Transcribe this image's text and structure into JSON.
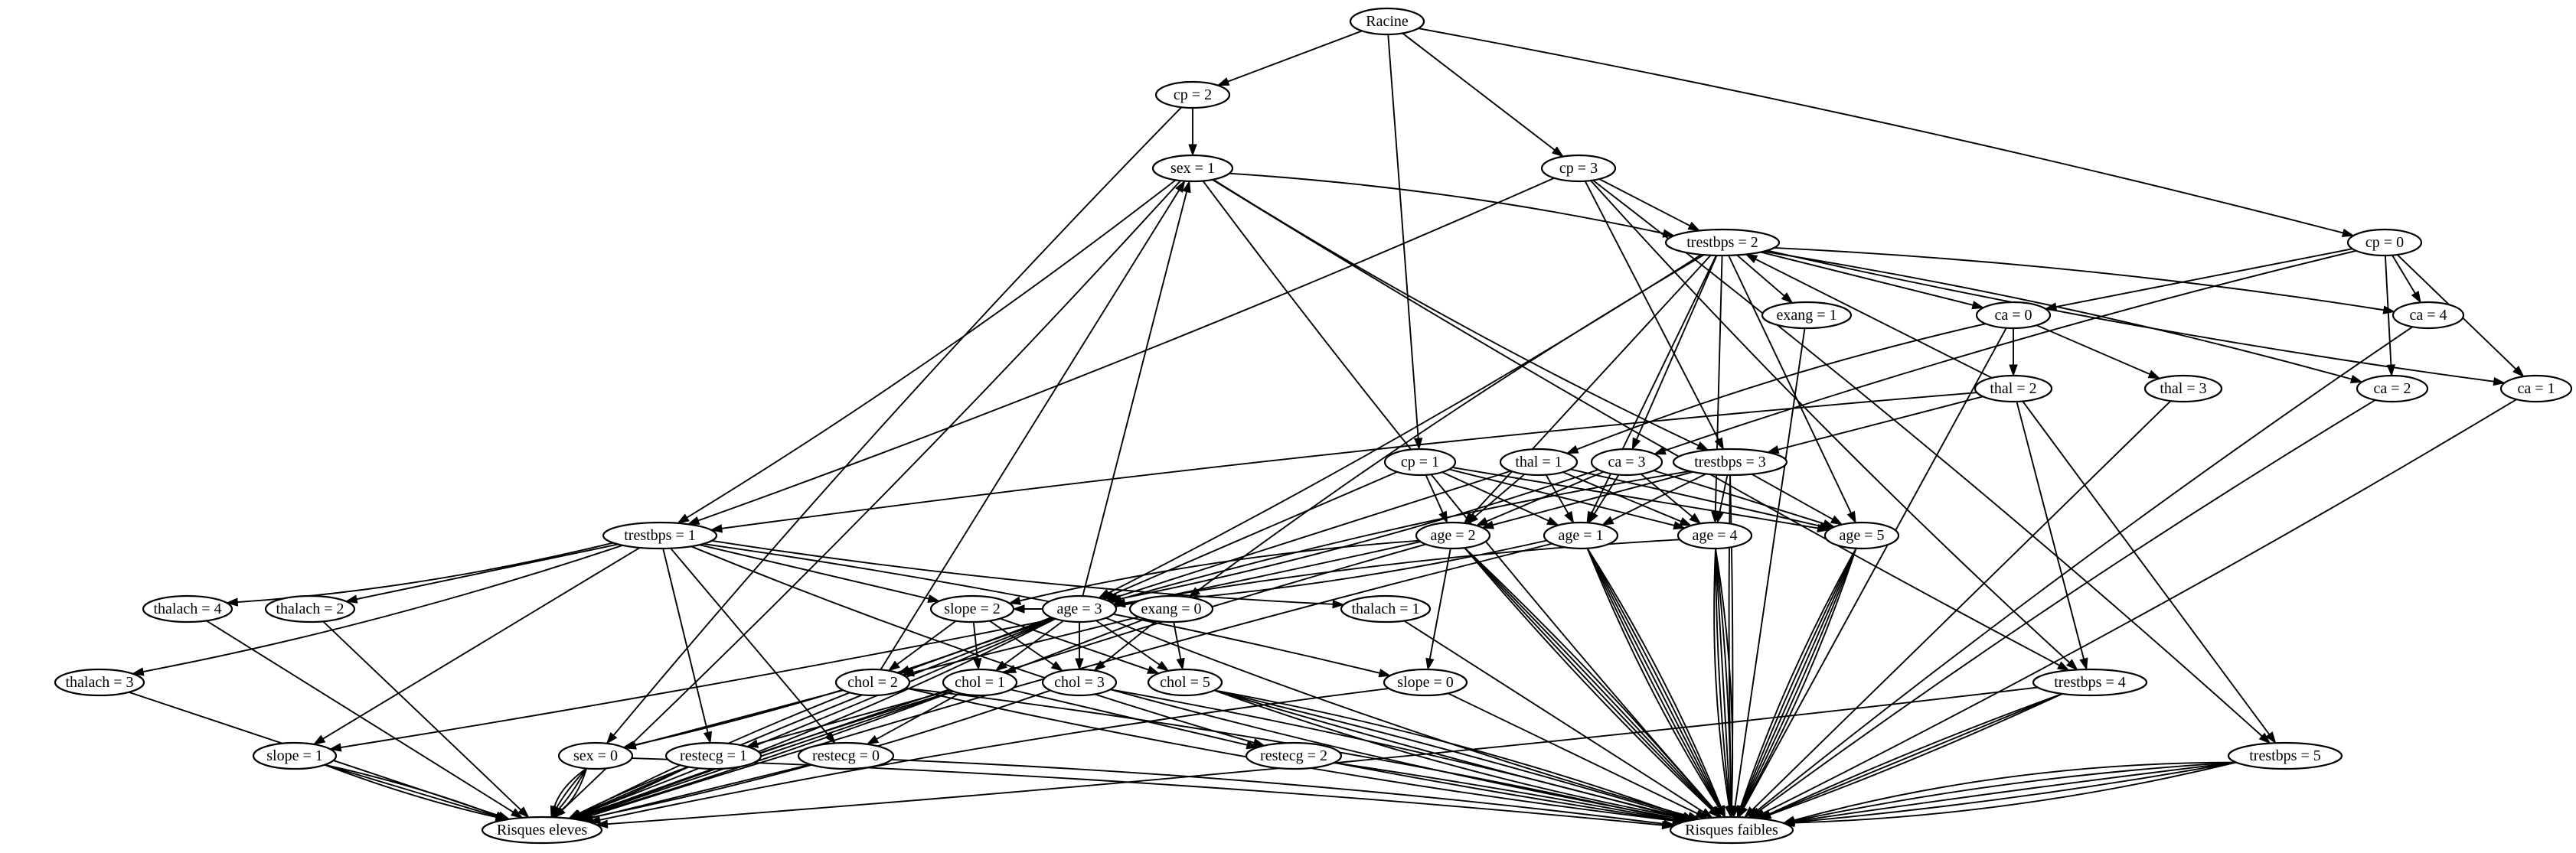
{
  "graph": {
    "nodes": [
      {
        "id": "racine",
        "label": "Racine"
      },
      {
        "id": "cp2",
        "label": "cp = 2"
      },
      {
        "id": "sex1",
        "label": "sex = 1"
      },
      {
        "id": "cp3",
        "label": "cp = 3"
      },
      {
        "id": "cp0",
        "label": "cp = 0"
      },
      {
        "id": "trestbps2",
        "label": "trestbps = 2"
      },
      {
        "id": "exang1",
        "label": "exang = 1"
      },
      {
        "id": "ca0",
        "label": "ca = 0"
      },
      {
        "id": "ca4",
        "label": "ca = 4"
      },
      {
        "id": "ca1",
        "label": "ca = 1"
      },
      {
        "id": "thal2",
        "label": "thal = 2"
      },
      {
        "id": "thal3",
        "label": "thal = 3"
      },
      {
        "id": "ca2",
        "label": "ca = 2"
      },
      {
        "id": "cp1",
        "label": "cp = 1"
      },
      {
        "id": "thal1",
        "label": "thal = 1"
      },
      {
        "id": "ca3",
        "label": "ca = 3"
      },
      {
        "id": "trestbps3",
        "label": "trestbps = 3"
      },
      {
        "id": "trestbps1",
        "label": "trestbps = 1"
      },
      {
        "id": "age2",
        "label": "age = 2"
      },
      {
        "id": "age1",
        "label": "age = 1"
      },
      {
        "id": "age4",
        "label": "age = 4"
      },
      {
        "id": "age5",
        "label": "age = 5"
      },
      {
        "id": "thalach4",
        "label": "thalach = 4"
      },
      {
        "id": "thalach2",
        "label": "thalach = 2"
      },
      {
        "id": "slope2",
        "label": "slope = 2"
      },
      {
        "id": "age3",
        "label": "age = 3"
      },
      {
        "id": "exang0",
        "label": "exang = 0"
      },
      {
        "id": "thalach1",
        "label": "thalach = 1"
      },
      {
        "id": "thalach3",
        "label": "thalach = 3"
      },
      {
        "id": "chol2",
        "label": "chol = 2"
      },
      {
        "id": "chol1",
        "label": "chol = 1"
      },
      {
        "id": "chol3",
        "label": "chol = 3"
      },
      {
        "id": "chol5",
        "label": "chol = 5"
      },
      {
        "id": "slope0",
        "label": "slope = 0"
      },
      {
        "id": "trestbps4",
        "label": "trestbps = 4"
      },
      {
        "id": "slope1",
        "label": "slope = 1"
      },
      {
        "id": "sex0",
        "label": "sex = 0"
      },
      {
        "id": "restecg1",
        "label": "restecg = 1"
      },
      {
        "id": "restecg0",
        "label": "restecg = 0"
      },
      {
        "id": "restecg2",
        "label": "restecg = 2"
      },
      {
        "id": "trestbps5",
        "label": "trestbps = 5"
      },
      {
        "id": "risques_eleves",
        "label": "Risques eleves"
      },
      {
        "id": "risques_faibles",
        "label": "Risques faibles"
      }
    ],
    "edges": [
      {
        "from": "racine",
        "to": "cp2"
      },
      {
        "from": "racine",
        "to": "cp3"
      },
      {
        "from": "racine",
        "to": "cp0"
      },
      {
        "from": "racine",
        "to": "cp1"
      },
      {
        "from": "cp2",
        "to": "sex1"
      },
      {
        "from": "cp2",
        "to": "sex0"
      },
      {
        "from": "sex1",
        "to": "trestbps2"
      },
      {
        "from": "sex1",
        "to": "trestbps3"
      },
      {
        "from": "sex1",
        "to": "trestbps1"
      },
      {
        "from": "sex1",
        "to": "trestbps4"
      },
      {
        "from": "sex1",
        "to": "risques_eleves"
      },
      {
        "from": "sex1",
        "to": "risques_faibles"
      },
      {
        "from": "cp3",
        "to": "trestbps2"
      },
      {
        "from": "cp3",
        "to": "trestbps3"
      },
      {
        "from": "cp3",
        "to": "trestbps1"
      },
      {
        "from": "cp3",
        "to": "trestbps4"
      },
      {
        "from": "cp3",
        "to": "trestbps5"
      },
      {
        "from": "cp0",
        "to": "ca0"
      },
      {
        "from": "cp0",
        "to": "ca4"
      },
      {
        "from": "cp0",
        "to": "ca1"
      },
      {
        "from": "cp0",
        "to": "ca2"
      },
      {
        "from": "cp0",
        "to": "ca3"
      },
      {
        "from": "trestbps2",
        "to": "exang1"
      },
      {
        "from": "trestbps2",
        "to": "ca0"
      },
      {
        "from": "trestbps2",
        "to": "ca4"
      },
      {
        "from": "trestbps2",
        "to": "ca1"
      },
      {
        "from": "trestbps2",
        "to": "ca2"
      },
      {
        "from": "trestbps2",
        "to": "ca3"
      },
      {
        "from": "trestbps2",
        "to": "age2"
      },
      {
        "from": "trestbps2",
        "to": "age1"
      },
      {
        "from": "trestbps2",
        "to": "age4"
      },
      {
        "from": "trestbps2",
        "to": "age5"
      },
      {
        "from": "trestbps2",
        "to": "age3"
      },
      {
        "from": "trestbps2",
        "to": "exang0"
      },
      {
        "from": "exang1",
        "to": "risques_faibles"
      },
      {
        "from": "ca0",
        "to": "thal2"
      },
      {
        "from": "ca0",
        "to": "thal3"
      },
      {
        "from": "ca0",
        "to": "thal1"
      },
      {
        "from": "ca0",
        "to": "risques_faibles"
      },
      {
        "from": "thal2",
        "to": "trestbps2"
      },
      {
        "from": "thal2",
        "to": "trestbps3"
      },
      {
        "from": "thal2",
        "to": "trestbps1"
      },
      {
        "from": "thal2",
        "to": "trestbps4"
      },
      {
        "from": "thal2",
        "to": "trestbps5"
      },
      {
        "from": "thal3",
        "to": "risques_faibles"
      },
      {
        "from": "ca4",
        "to": "risques_faibles"
      },
      {
        "from": "ca1",
        "to": "risques_faibles"
      },
      {
        "from": "ca2",
        "to": "risques_faibles"
      },
      {
        "from": "cp1",
        "to": "age2"
      },
      {
        "from": "cp1",
        "to": "age1"
      },
      {
        "from": "cp1",
        "to": "age4"
      },
      {
        "from": "cp1",
        "to": "age5"
      },
      {
        "from": "cp1",
        "to": "age3"
      },
      {
        "from": "thal1",
        "to": "age2"
      },
      {
        "from": "thal1",
        "to": "age1"
      },
      {
        "from": "thal1",
        "to": "age4"
      },
      {
        "from": "thal1",
        "to": "age5"
      },
      {
        "from": "thal1",
        "to": "age3"
      },
      {
        "from": "ca3",
        "to": "age2"
      },
      {
        "from": "ca3",
        "to": "age1"
      },
      {
        "from": "ca3",
        "to": "age4"
      },
      {
        "from": "ca3",
        "to": "age5"
      },
      {
        "from": "ca3",
        "to": "age3"
      },
      {
        "from": "trestbps3",
        "to": "age2"
      },
      {
        "from": "trestbps3",
        "to": "age1"
      },
      {
        "from": "trestbps3",
        "to": "age4"
      },
      {
        "from": "trestbps3",
        "to": "age5"
      },
      {
        "from": "trestbps3",
        "to": "age3"
      },
      {
        "from": "trestbps3",
        "to": "risques_faibles"
      },
      {
        "from": "trestbps3",
        "to": "risques_faibles"
      },
      {
        "from": "trestbps1",
        "to": "thalach4"
      },
      {
        "from": "trestbps1",
        "to": "thalach2"
      },
      {
        "from": "trestbps1",
        "to": "thalach3"
      },
      {
        "from": "trestbps1",
        "to": "thalach1"
      },
      {
        "from": "trestbps1",
        "to": "slope2"
      },
      {
        "from": "trestbps1",
        "to": "slope1"
      },
      {
        "from": "trestbps1",
        "to": "slope0"
      },
      {
        "from": "trestbps1",
        "to": "restecg1"
      },
      {
        "from": "trestbps1",
        "to": "restecg0"
      },
      {
        "from": "trestbps1",
        "to": "restecg2"
      },
      {
        "from": "age2",
        "to": "slope0"
      },
      {
        "from": "age2",
        "to": "slope2"
      },
      {
        "from": "age2",
        "to": "slope1"
      },
      {
        "from": "age2",
        "to": "risques_eleves"
      },
      {
        "from": "age2",
        "to": "risques_faibles"
      },
      {
        "from": "age2",
        "to": "risques_faibles"
      },
      {
        "from": "age2",
        "to": "risques_faibles"
      },
      {
        "from": "age2",
        "to": "risques_faibles"
      },
      {
        "from": "age1",
        "to": "age3"
      },
      {
        "from": "age1",
        "to": "risques_eleves"
      },
      {
        "from": "age1",
        "to": "risques_faibles"
      },
      {
        "from": "age1",
        "to": "risques_faibles"
      },
      {
        "from": "age1",
        "to": "risques_faibles"
      },
      {
        "from": "age1",
        "to": "risques_faibles"
      },
      {
        "from": "age1",
        "to": "risques_faibles"
      },
      {
        "from": "age4",
        "to": "age3"
      },
      {
        "from": "age4",
        "to": "risques_faibles"
      },
      {
        "from": "age4",
        "to": "risques_faibles"
      },
      {
        "from": "age4",
        "to": "risques_faibles"
      },
      {
        "from": "age4",
        "to": "risques_faibles"
      },
      {
        "from": "age4",
        "to": "risques_faibles"
      },
      {
        "from": "age5",
        "to": "risques_faibles"
      },
      {
        "from": "age5",
        "to": "risques_faibles"
      },
      {
        "from": "age5",
        "to": "risques_faibles"
      },
      {
        "from": "age5",
        "to": "risques_faibles"
      },
      {
        "from": "age5",
        "to": "risques_faibles"
      },
      {
        "from": "age3",
        "to": "sex1"
      },
      {
        "from": "age3",
        "to": "slope2"
      },
      {
        "from": "age3",
        "to": "chol2"
      },
      {
        "from": "age3",
        "to": "chol1"
      },
      {
        "from": "age3",
        "to": "chol3"
      },
      {
        "from": "age3",
        "to": "chol5"
      },
      {
        "from": "age3",
        "to": "sex0"
      },
      {
        "from": "age3",
        "to": "risques_eleves"
      },
      {
        "from": "age3",
        "to": "risques_eleves"
      },
      {
        "from": "age3",
        "to": "risques_eleves"
      },
      {
        "from": "age3",
        "to": "risques_eleves"
      },
      {
        "from": "age3",
        "to": "risques_faibles"
      },
      {
        "from": "exang0",
        "to": "chol2"
      },
      {
        "from": "exang0",
        "to": "chol1"
      },
      {
        "from": "exang0",
        "to": "chol3"
      },
      {
        "from": "exang0",
        "to": "chol5"
      },
      {
        "from": "slope2",
        "to": "chol2"
      },
      {
        "from": "slope2",
        "to": "chol1"
      },
      {
        "from": "slope2",
        "to": "chol3"
      },
      {
        "from": "slope2",
        "to": "chol5"
      },
      {
        "from": "chol2",
        "to": "sex1"
      },
      {
        "from": "chol2",
        "to": "sex0"
      },
      {
        "from": "chol2",
        "to": "risques_faibles"
      },
      {
        "from": "chol2",
        "to": "risques_faibles"
      },
      {
        "from": "chol1",
        "to": "restecg1"
      },
      {
        "from": "chol1",
        "to": "restecg0"
      },
      {
        "from": "chol1",
        "to": "restecg2"
      },
      {
        "from": "chol1",
        "to": "risques_eleves"
      },
      {
        "from": "chol1",
        "to": "risques_eleves"
      },
      {
        "from": "chol1",
        "to": "risques_eleves"
      },
      {
        "from": "chol3",
        "to": "risques_eleves"
      },
      {
        "from": "chol3",
        "to": "risques_faibles"
      },
      {
        "from": "chol3",
        "to": "risques_faibles"
      },
      {
        "from": "chol5",
        "to": "risques_faibles"
      },
      {
        "from": "chol5",
        "to": "risques_faibles"
      },
      {
        "from": "chol5",
        "to": "risques_faibles"
      },
      {
        "from": "chol5",
        "to": "risques_faibles"
      },
      {
        "from": "thalach4",
        "to": "risques_eleves"
      },
      {
        "from": "thalach2",
        "to": "risques_eleves"
      },
      {
        "from": "thalach3",
        "to": "risques_eleves"
      },
      {
        "from": "thalach1",
        "to": "risques_faibles"
      },
      {
        "from": "slope0",
        "to": "risques_eleves"
      },
      {
        "from": "slope0",
        "to": "risques_faibles"
      },
      {
        "from": "slope1",
        "to": "risques_eleves"
      },
      {
        "from": "slope1",
        "to": "risques_eleves"
      },
      {
        "from": "slope1",
        "to": "risques_eleves"
      },
      {
        "from": "trestbps4",
        "to": "risques_eleves"
      },
      {
        "from": "trestbps4",
        "to": "risques_faibles"
      },
      {
        "from": "trestbps4",
        "to": "risques_faibles"
      },
      {
        "from": "trestbps4",
        "to": "risques_faibles"
      },
      {
        "from": "sex0",
        "to": "risques_eleves"
      },
      {
        "from": "sex0",
        "to": "risques_eleves"
      },
      {
        "from": "sex0",
        "to": "risques_eleves"
      },
      {
        "from": "sex0",
        "to": "risques_eleves"
      },
      {
        "from": "sex0",
        "to": "risques_faibles"
      },
      {
        "from": "restecg1",
        "to": "risques_eleves"
      },
      {
        "from": "restecg1",
        "to": "risques_eleves"
      },
      {
        "from": "restecg0",
        "to": "risques_eleves"
      },
      {
        "from": "restecg0",
        "to": "risques_faibles"
      },
      {
        "from": "restecg2",
        "to": "risques_faibles"
      },
      {
        "from": "restecg2",
        "to": "risques_faibles"
      },
      {
        "from": "trestbps5",
        "to": "risques_faibles"
      },
      {
        "from": "trestbps5",
        "to": "risques_faibles"
      },
      {
        "from": "trestbps5",
        "to": "risques_faibles"
      },
      {
        "from": "trestbps5",
        "to": "risques_faibles"
      },
      {
        "from": "trestbps5",
        "to": "risques_faibles"
      }
    ]
  }
}
